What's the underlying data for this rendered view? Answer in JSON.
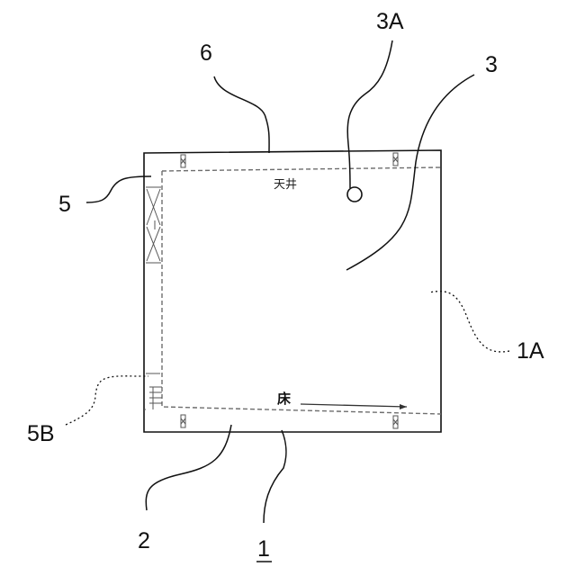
{
  "labels": {
    "ref_6": "6",
    "ref_3a": "3A",
    "ref_3": "3",
    "ref_5": "5",
    "ref_1a": "1A",
    "ref_5b": "5B",
    "ref_2": "2",
    "ref_1": "1"
  },
  "inner_text": {
    "ceiling": "天井",
    "floor": "床"
  }
}
